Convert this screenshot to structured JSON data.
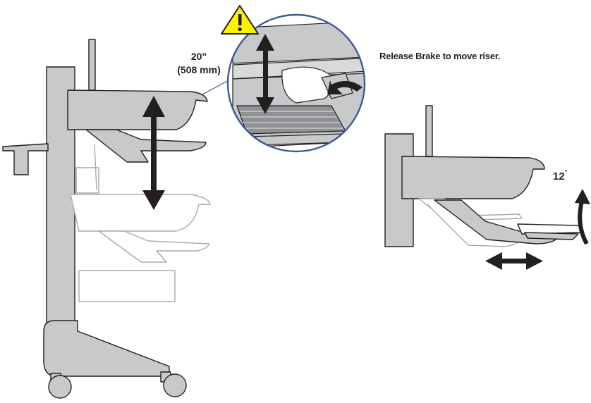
{
  "labels": {
    "height_range_in": "20\"",
    "height_range_mm": "(508 mm)",
    "brake_instruction": "Release Brake to move riser.",
    "tilt_angle": "12",
    "tilt_unit": "°"
  },
  "icons": {
    "warning": "warning-triangle-icon",
    "vertical_arrow": "double-arrow-vertical-icon",
    "horizontal_arrow": "double-arrow-horizontal-icon",
    "curved_arrow": "curved-arrow-icon"
  },
  "colors": {
    "cart_fill": "#c8c9cb",
    "cart_stroke": "#231f20",
    "ghost_stroke": "#a7a9ac",
    "callout_ring": "#3b5b8c",
    "warning_yellow": "#fff200",
    "arrow": "#231f20"
  }
}
